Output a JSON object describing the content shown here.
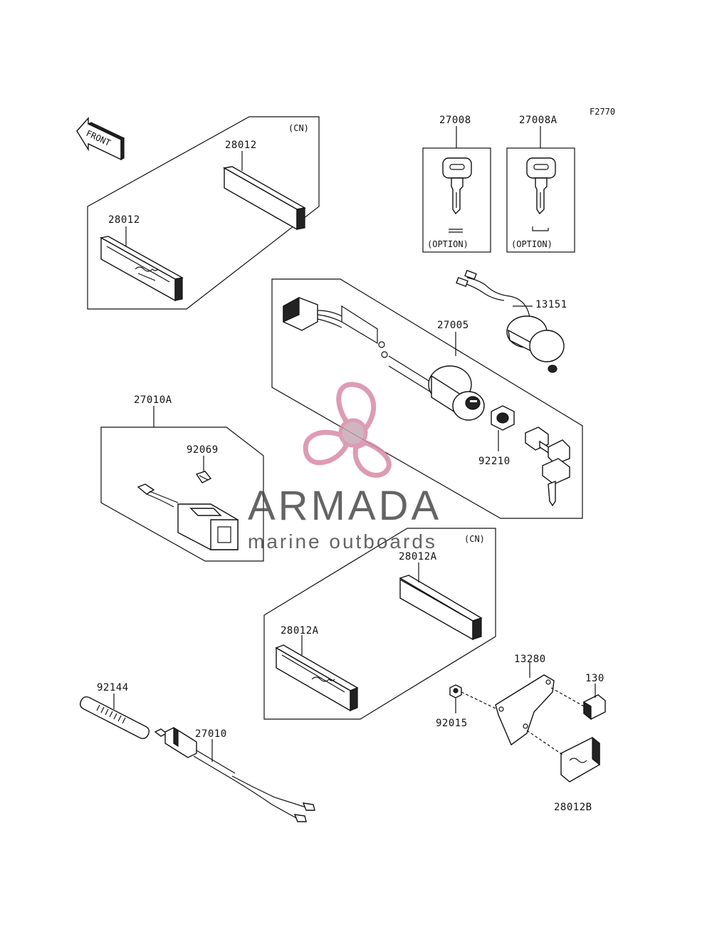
{
  "figure_code": "F2770",
  "front_arrow_label": "FRONT",
  "groups": {
    "cn_top": "(CN)",
    "cn_bottom": "(CN)"
  },
  "option_label": "(OPTION)",
  "parts": {
    "p28012_upper": "28012",
    "p28012_lower": "28012",
    "p27008": "27008",
    "p27008A": "27008A",
    "p13151": "13151",
    "p27005": "27005",
    "p92210": "92210",
    "p27010A": "27010A",
    "p92069": "92069",
    "p28012A_upper": "28012A",
    "p28012A_lower": "28012A",
    "p13280": "13280",
    "p130": "130",
    "p92015": "92015",
    "p92144": "92144",
    "p27010": "27010",
    "p28012B": "28012B"
  },
  "watermark": {
    "brand": "ARMADA",
    "tagline": "marine outboards",
    "color": "#d98aa8"
  }
}
